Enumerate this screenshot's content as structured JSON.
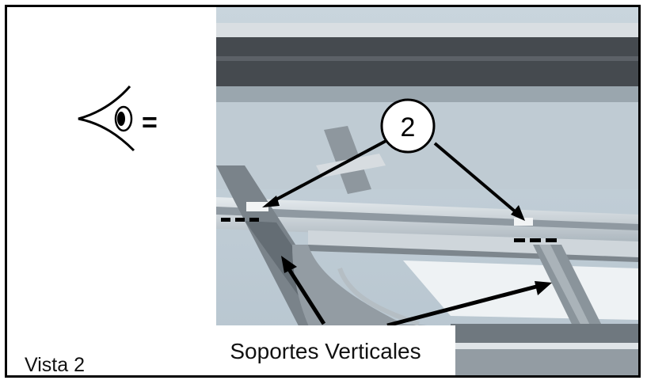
{
  "callout_number": "2",
  "equals_sign": "=",
  "labels": {
    "vertical_supports": "Soportes Verticales",
    "view": "Vista  2"
  },
  "icons": {
    "eye": "eye-view-icon"
  },
  "colors": {
    "frame": "#000000",
    "callout_fill": "#ffffff",
    "arrow": "#000000"
  }
}
